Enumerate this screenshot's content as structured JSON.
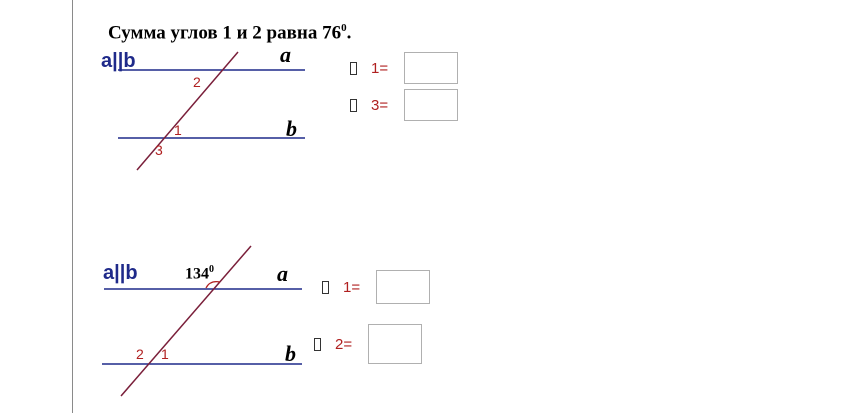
{
  "title": {
    "text": "Сумма углов 1 и 2 равна 76",
    "degree": "0",
    "end": "."
  },
  "colors": {
    "line_blue": "#1f2a8a",
    "transversal": "#7a1f3a",
    "angle_red": "#b02020"
  },
  "figure1": {
    "parallel": "a||b",
    "line_a": "a",
    "line_b": "b",
    "angles": [
      "2",
      "1",
      "3"
    ],
    "answers": [
      {
        "label": "1=",
        "value": ""
      },
      {
        "label": "3=",
        "value": ""
      }
    ]
  },
  "figure2": {
    "parallel": "a||b",
    "line_a": "a",
    "line_b": "b",
    "given": {
      "value": "134",
      "degree": "0"
    },
    "angles": [
      "2",
      "1"
    ],
    "answers": [
      {
        "label": "1=",
        "value": ""
      },
      {
        "label": "2=",
        "value": ""
      }
    ]
  }
}
